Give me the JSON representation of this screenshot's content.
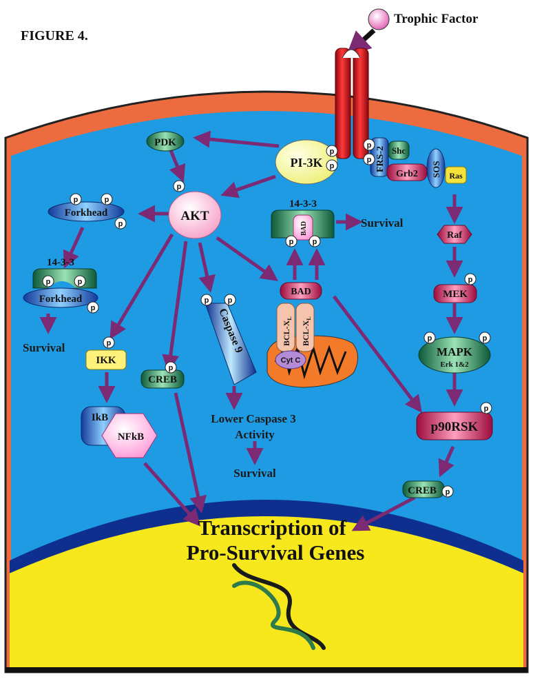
{
  "figure_label": "FIGURE 4.",
  "ligand_label": "Trophic Factor",
  "phospho": "p",
  "nodes": {
    "pdk": "PDK",
    "pi3k": "PI-3K",
    "frs2": "FRS-2",
    "shc": "Shc",
    "grb2": "Grb2",
    "sos": "SOS",
    "ras": "Ras",
    "akt": "AKT",
    "forkhead": "Forkhead",
    "forkhead2": "Forkhead",
    "p1433_a": "14-3-3",
    "p1433_b": "14-3-3",
    "bad_bound": "BAD",
    "bad": "BAD",
    "bclx1": "BCL-X",
    "bclx2": "BCL-X",
    "bcl_sub": "L",
    "cytc": "Cyt C",
    "raf": "Raf",
    "mek": "MEK",
    "mapk": "MAPK",
    "erk": "Erk 1&2",
    "p90rsk": "p90RSK",
    "ikk": "IKK",
    "creb1": "CREB",
    "creb2": "CREB",
    "caspase": "Caspase 9",
    "ikb": "IkB",
    "nfkb": "NFkB"
  },
  "outcomes": {
    "survival_1433": "Survival",
    "survival_left": "Survival",
    "caspase_line1": "Lower Caspase 3",
    "caspase_line2": "Activity",
    "survival_caspase": "Survival",
    "transcription_line1": "Transcription of",
    "transcription_line2": "Pro-Survival Genes"
  },
  "colors": {
    "cytoplasm": "#1f9be3",
    "membrane": "#ec6b3f",
    "nucleus": "#f7e81e",
    "nuclear_envelope": "#0e2f8e",
    "receptor": "#d0101a",
    "arrow": "#7b2a73",
    "text_survival": "#1a1a1a"
  }
}
